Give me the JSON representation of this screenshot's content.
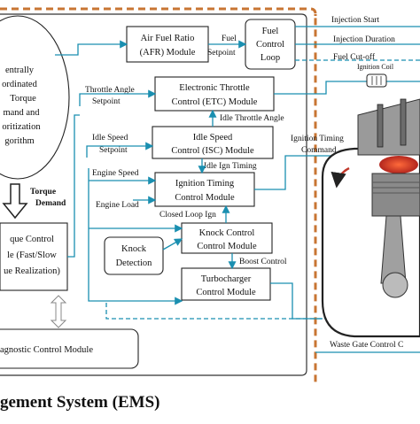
{
  "diagram": {
    "title": "gement System (EMS)",
    "modules": {
      "central": [
        "entrally",
        "ordinated",
        "Torque",
        "mand and",
        "oritization",
        "gorithm"
      ],
      "torque_control": [
        "que Control",
        "le (Fast/Slow",
        "ue Realization)"
      ],
      "diagnostic": "agnostic Control Module",
      "afr": [
        "Air Fuel Ratio",
        "(AFR) Module"
      ],
      "fuel_loop": [
        "Fuel",
        "Control",
        "Loop"
      ],
      "etc": [
        "Electronic Throttle",
        "Control (ETC) Module"
      ],
      "isc": [
        "Idle Speed",
        "Control (ISC) Module"
      ],
      "ignition": [
        "Ignition Timing",
        "Control Module"
      ],
      "knock": [
        "Knock",
        "Detection"
      ],
      "knock_control": [
        "Knock Control",
        "Control Module"
      ],
      "turbo": [
        "Turbocharger",
        "Control Module"
      ]
    },
    "labels": {
      "torque_demand": [
        "Torque",
        "Demand"
      ],
      "fuel_setpoint": [
        "Fuel",
        "Setpoint"
      ],
      "throttle_angle_setpoint": [
        "Throttle Angle",
        "Setpoint"
      ],
      "idle_throttle_angle": "Idle Throttle Angle",
      "idle_speed_setpoint": [
        "Idle Speed",
        "Setpoint"
      ],
      "idle_ign_timing": "Idle Ign Timing",
      "engine_speed": "Engine Speed",
      "engine_load": "Engine Load",
      "closed_loop_ign": "Closed Loop Ign",
      "boost_control": "Boost Control",
      "ignition_timing_command": [
        "Ignition Timing",
        "Command"
      ],
      "injection_start": "Injection Start",
      "injection_duration": "Injection Duration",
      "fuel_cutoff": "Fuel Cut-off",
      "ignition_coil": "Ignition Coil",
      "waste_gate": "Waste Gate Control C"
    },
    "colors": {
      "flow": "#1a8fb0",
      "ems_border": "#c87533",
      "ecu_border": "#333333",
      "engine_fill": "#8a8a8a"
    }
  }
}
